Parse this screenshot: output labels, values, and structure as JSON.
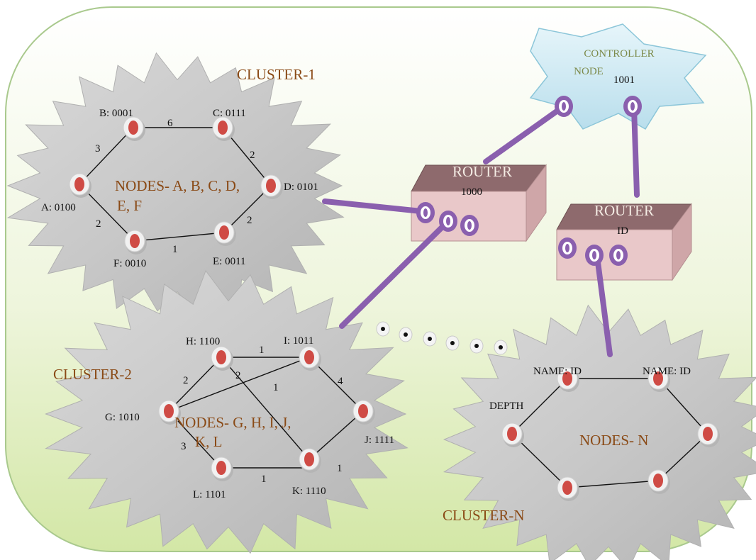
{
  "clusters": {
    "c1": {
      "title": "CLUSTER-1",
      "nodes_line1": "NODES- A, B, C, D,",
      "nodes_line2": "E, F",
      "labels": {
        "a": "A: 0100",
        "b": "B: 0001",
        "c": "C: 0111",
        "d": "D: 0101",
        "e": "E: 0011",
        "f": "F: 0010"
      },
      "weights": {
        "ab": "3",
        "bc": "6",
        "cd": "2",
        "de": "2",
        "fe": "1",
        "af": "2"
      }
    },
    "c2": {
      "title": "CLUSTER-2",
      "nodes_line1": "NODES- G, H, I, J,",
      "nodes_line2": "K, L",
      "labels": {
        "g": "G: 1010",
        "h": "H: 1100",
        "i": "I: 1011",
        "j": "J: 1111",
        "k": "K: 1110",
        "l": "L: 1101"
      },
      "weights": {
        "hi": "1",
        "gh": "2",
        "hk": "2",
        "gi": "1",
        "ij": "4",
        "gl": "3",
        "lk": "1",
        "kj": "1"
      }
    },
    "cn": {
      "title": "CLUSTER-N",
      "nodes": "NODES- N",
      "name1": "NAME: ID",
      "name2": "NAME: ID",
      "depth": "DEPTH"
    }
  },
  "routers": {
    "r1": {
      "title": "ROUTER",
      "id": "1000"
    },
    "r2": {
      "title": "ROUTER",
      "id": "ID"
    }
  },
  "controller": {
    "line1": "CONTROLLER",
    "line2": "NODE",
    "id": "1001"
  },
  "colors": {
    "link": "#8a5fae",
    "node": "#cf4b45",
    "router_top": "#8e6a6d",
    "router_face": "#e9c8c9",
    "controller_fill": "#d7eef6"
  }
}
